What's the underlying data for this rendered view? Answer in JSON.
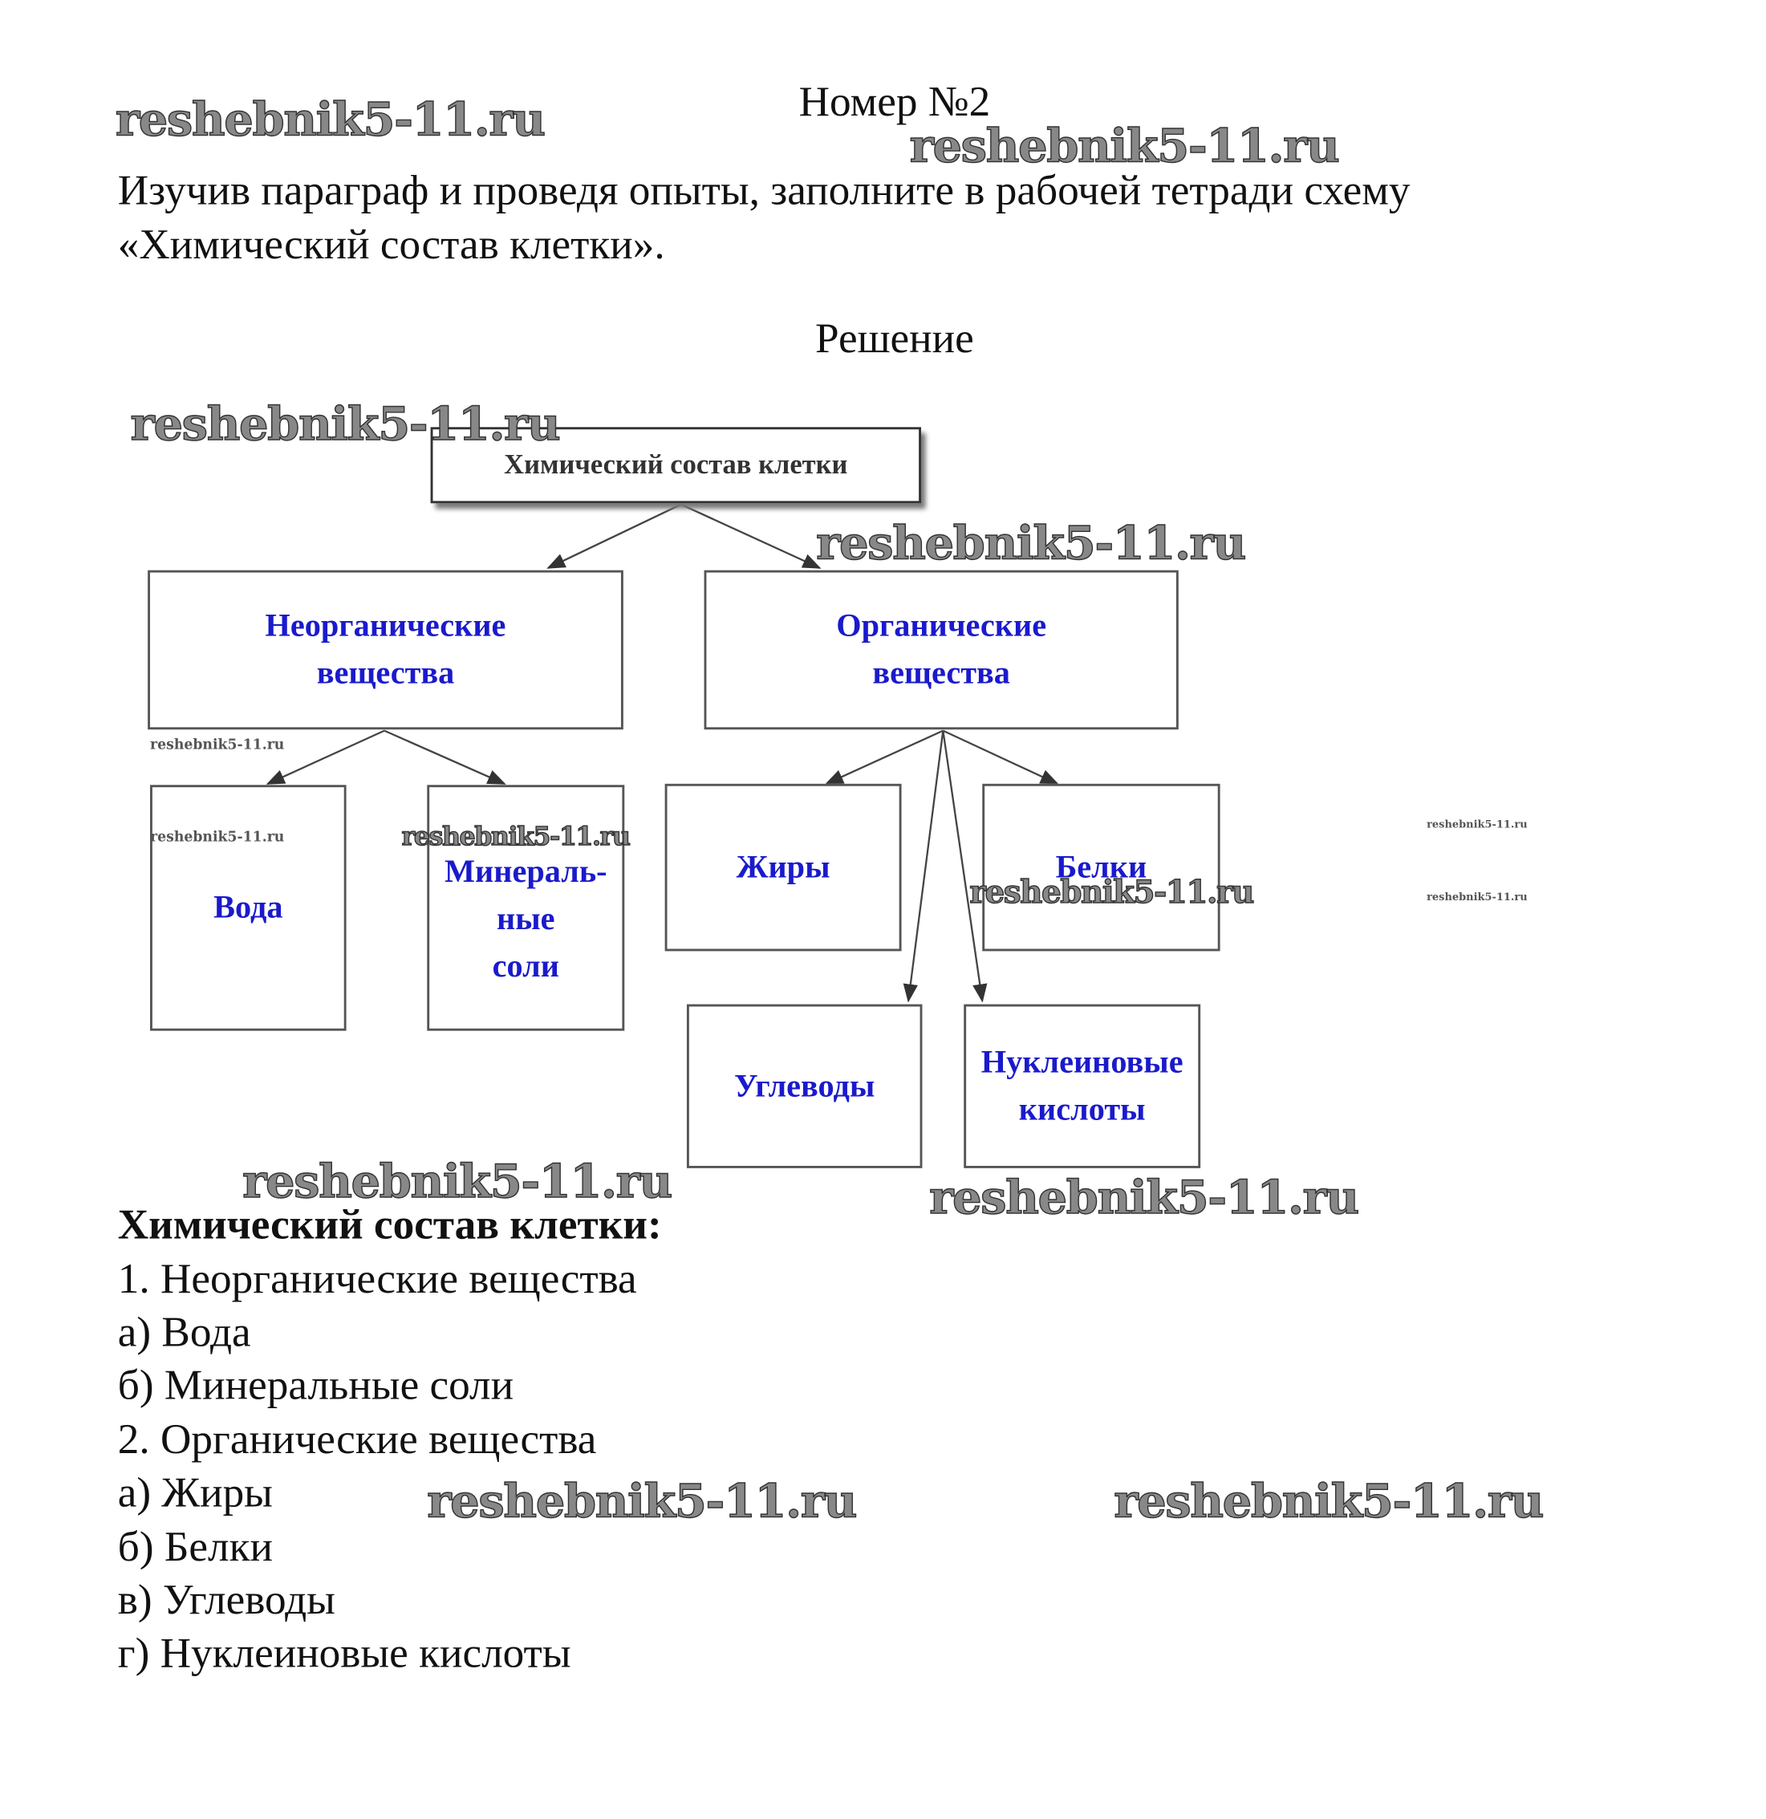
{
  "title": "Номер №2",
  "task": [
    "Изучив параграф и проведя опыты, заполните в рабочей тетради схему",
    "«Химический состав клетки»."
  ],
  "solution_label": "Решение",
  "diagram": {
    "root": "Химический состав клетки",
    "inorganic": "Неорганические\nвещества",
    "organic": "Органические\nвещества",
    "water": "Вода",
    "salts": "Минераль-\nные\nсоли",
    "fats": "Жиры",
    "proteins": "Белки",
    "carbs": "Углеводы",
    "nucleic": "Нуклеиновые\nкислоты"
  },
  "summary": {
    "heading": "Химический состав клетки:",
    "lines": [
      "1. Неорганические вещества",
      "а) Вода",
      "б) Минеральные соли",
      "2. Органические вещества",
      "а) Жиры",
      "б) Белки",
      "в) Углеводы",
      "г) Нуклеиновые кислоты"
    ]
  },
  "watermark": "reshebnik5-11.ru"
}
